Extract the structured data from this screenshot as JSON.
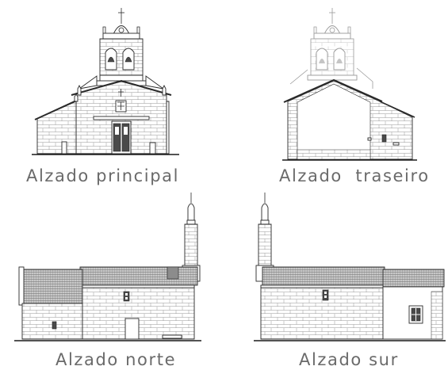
{
  "elevations": [
    {
      "caption": "Alzado principal"
    },
    {
      "caption": "Alzado  traseiro"
    },
    {
      "caption": "Alzado norte"
    },
    {
      "caption": "Alzado sur"
    }
  ]
}
